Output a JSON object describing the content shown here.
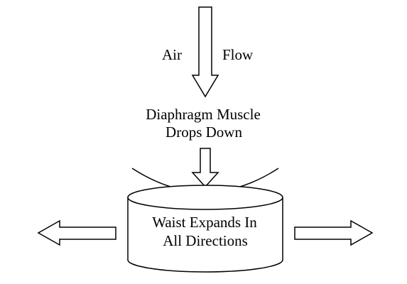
{
  "labels": {
    "air": "Air",
    "flow": "Flow",
    "diaphragm_line1": "Diaphragm Muscle",
    "diaphragm_line2": "Drops Down",
    "waist_line1": "Waist Expands In",
    "waist_line2": "All Directions"
  },
  "colors": {
    "stroke": "#000000",
    "fill": "#ffffff"
  }
}
